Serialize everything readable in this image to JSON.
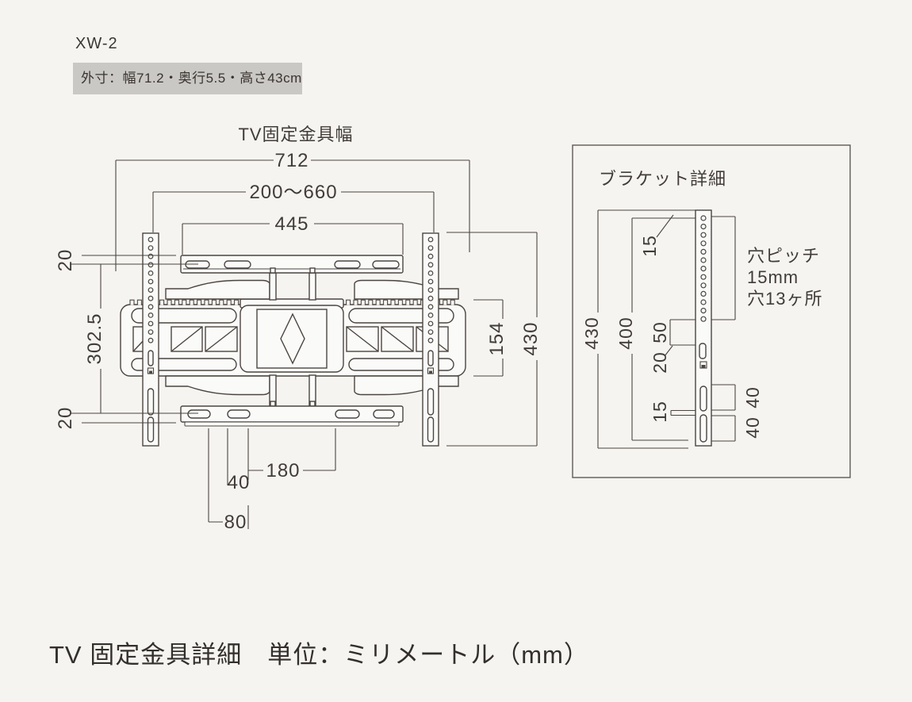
{
  "product": {
    "model": "XW-2",
    "outer_dimensions": "外寸：幅71.2・奥行5.5・高さ43cm"
  },
  "footer": {
    "caption": "TV 固定金具詳細　単位：ミリメートル（mm）"
  },
  "main_view": {
    "title": "TV固定金具幅",
    "dims": {
      "overall_width": "712",
      "adjustable_width": "200〜660",
      "bar_width": "445",
      "top_offset": "20",
      "vesa_height": "302.5",
      "bottom_offset": "20",
      "body_height": "154",
      "rail_height": "430",
      "slot_span": "180",
      "slot_width": "40",
      "slot_pitch": "80"
    }
  },
  "bracket_view": {
    "title": "ブラケット詳細",
    "note": {
      "line1": "穴ピッチ",
      "line2": "15mm",
      "line3": "穴13ヶ所"
    },
    "dims": {
      "height": "430",
      "hole_span": "400",
      "top_margin": "15",
      "hole_to_slot": "50",
      "slot_length": "20",
      "slot_gap": "15",
      "upper_slot": "40",
      "lower_slot": "40"
    }
  },
  "colors": {
    "line": "#4b4540",
    "background": "#f5f4f1",
    "badge_background": "#c9c8c5"
  }
}
